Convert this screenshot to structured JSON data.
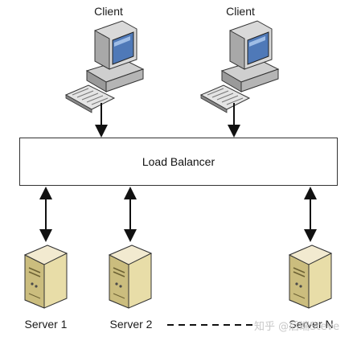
{
  "clients": [
    {
      "label": "Client"
    },
    {
      "label": "Client"
    }
  ],
  "load_balancer": {
    "label": "Load Balancer"
  },
  "servers": [
    {
      "label": "Server 1"
    },
    {
      "label": "Server 2"
    },
    {
      "label": "Server N"
    }
  ],
  "watermark": "知乎 @后端Steve",
  "icons": {
    "client": "desktop-computer-icon",
    "server": "server-tower-icon"
  },
  "colors": {
    "line": "#111111",
    "box_border": "#333333",
    "monitor_body": "#d7d7d7",
    "monitor_screen": "#4f79b8",
    "server_body": "#e8dda8"
  }
}
